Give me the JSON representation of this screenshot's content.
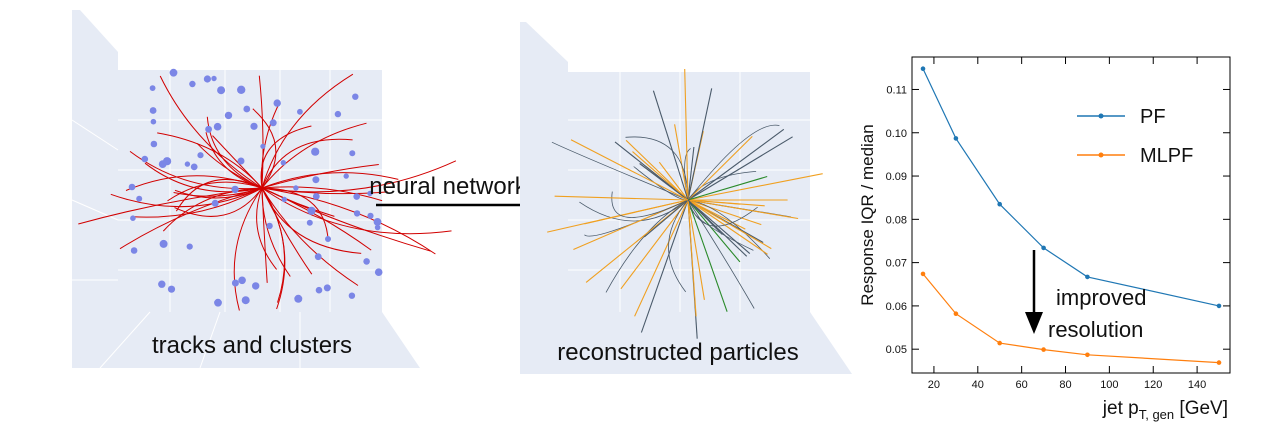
{
  "panels": {
    "left_caption": "tracks and clusters",
    "arrow_label": "neural network",
    "middle_caption": "reconstructed particles"
  },
  "colors": {
    "cluster": "#7b86e6",
    "track": "#d10000",
    "bg": "#e6ebf5",
    "pf": "#1f77b4",
    "mlpf": "#ff7f0e",
    "particle_orange": "#f0a020",
    "particle_dark": "#4a5a6a",
    "particle_green": "#2a8a2a"
  },
  "chart_data": {
    "type": "line",
    "ylabel": "Response IQR / median",
    "xlabel_main": "jet p",
    "xlabel_sub": "T, gen",
    "xlabel_unit": " [GeV]",
    "xlim": [
      10,
      155
    ],
    "ylim": [
      0.0445,
      0.1175
    ],
    "xticks": [
      20,
      40,
      60,
      80,
      100,
      120,
      140
    ],
    "yticks": [
      0.05,
      0.06,
      0.07,
      0.08,
      0.09,
      0.1,
      0.11
    ],
    "ytick_labels": [
      "0.05",
      "0.06",
      "0.07",
      "0.08",
      "0.09",
      "0.10",
      "0.11"
    ],
    "series": [
      {
        "name": "PF",
        "x": [
          15,
          30,
          50,
          70,
          90,
          150
        ],
        "y": [
          0.1148,
          0.0987,
          0.0835,
          0.0734,
          0.0667,
          0.06
        ]
      },
      {
        "name": "MLPF",
        "x": [
          15,
          30,
          50,
          70,
          90,
          150
        ],
        "y": [
          0.0674,
          0.0582,
          0.0514,
          0.0499,
          0.0487,
          0.0469
        ]
      }
    ],
    "annotation": [
      "improved",
      "resolution"
    ],
    "legend": "top-right"
  }
}
